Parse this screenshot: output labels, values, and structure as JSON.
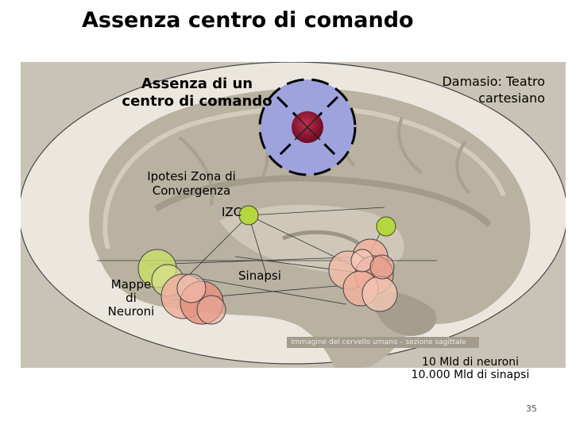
{
  "slide": {
    "title": "Assenza centro di comando",
    "page_number": "35"
  },
  "labels": {
    "no_center_line1": "Assenza di un",
    "no_center_line2": "centro di comando",
    "damasio_line1": "Damasio: Teatro",
    "damasio_line2": "cartesiano",
    "izc_hyp_line1": "Ipotesi Zona di",
    "izc_hyp_line2": "Convergenza",
    "izc": "IZC",
    "maps_line1": "Mappe",
    "maps_line2": "di",
    "maps_line3": "Neuroni",
    "synapses": "Sinapsi",
    "stat_neurons": "10 Mld di neuroni",
    "stat_synapses": "10.000 Mld di sinapsi",
    "panel_caption": "Immagine del cervello umano – sezione sagittale"
  },
  "colors": {
    "panel_bg": "#c9c3b7",
    "brain": "#b7b09f",
    "oval_fill": "#ebe7df",
    "blue_circle": "#9ea3de",
    "red_core": "#8c1230",
    "green_node": "#b5d63e",
    "salmon_neuron": "#efb09c"
  }
}
